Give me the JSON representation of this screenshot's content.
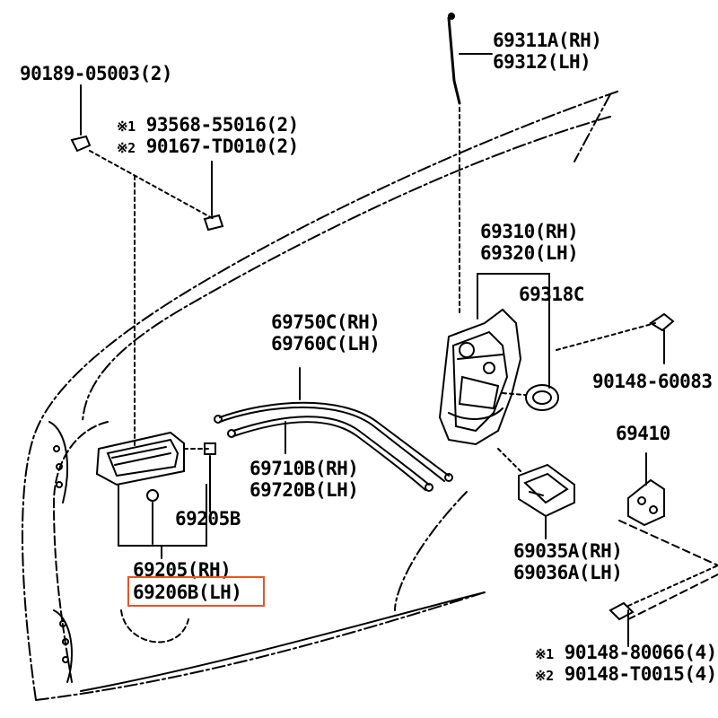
{
  "parts": {
    "screw_90189": "90189-05003(2)",
    "note1_part": "93568-55016(2)",
    "note2_part": "90167-TD010(2)",
    "note1_mark": "※1",
    "note2_mark": "※2",
    "rod_rh": "69311A(RH)",
    "rod_lh": "69312(LH)",
    "lock_rh": "69310(RH)",
    "lock_lh": "69320(LH)",
    "cover": "69318C",
    "cable_rh": "69750C(RH)",
    "cable_lh": "69760C(LH)",
    "cable2_rh": "69710B(RH)",
    "cable2_lh": "69720B(LH)",
    "screw_90148_60083": "90148-60083",
    "striker": "69410",
    "handle_inner": "69205B",
    "handle_rh": "69205(RH)",
    "handle_lh": "69206B(LH)",
    "motor_rh": "69035A(RH)",
    "motor_lh": "69036A(LH)",
    "bolt1_part": "90148-80066(4)",
    "bolt2_part": "90148-T0015(4)"
  },
  "highlight": {
    "target": "69206B(LH)",
    "color": "#e8552a"
  }
}
